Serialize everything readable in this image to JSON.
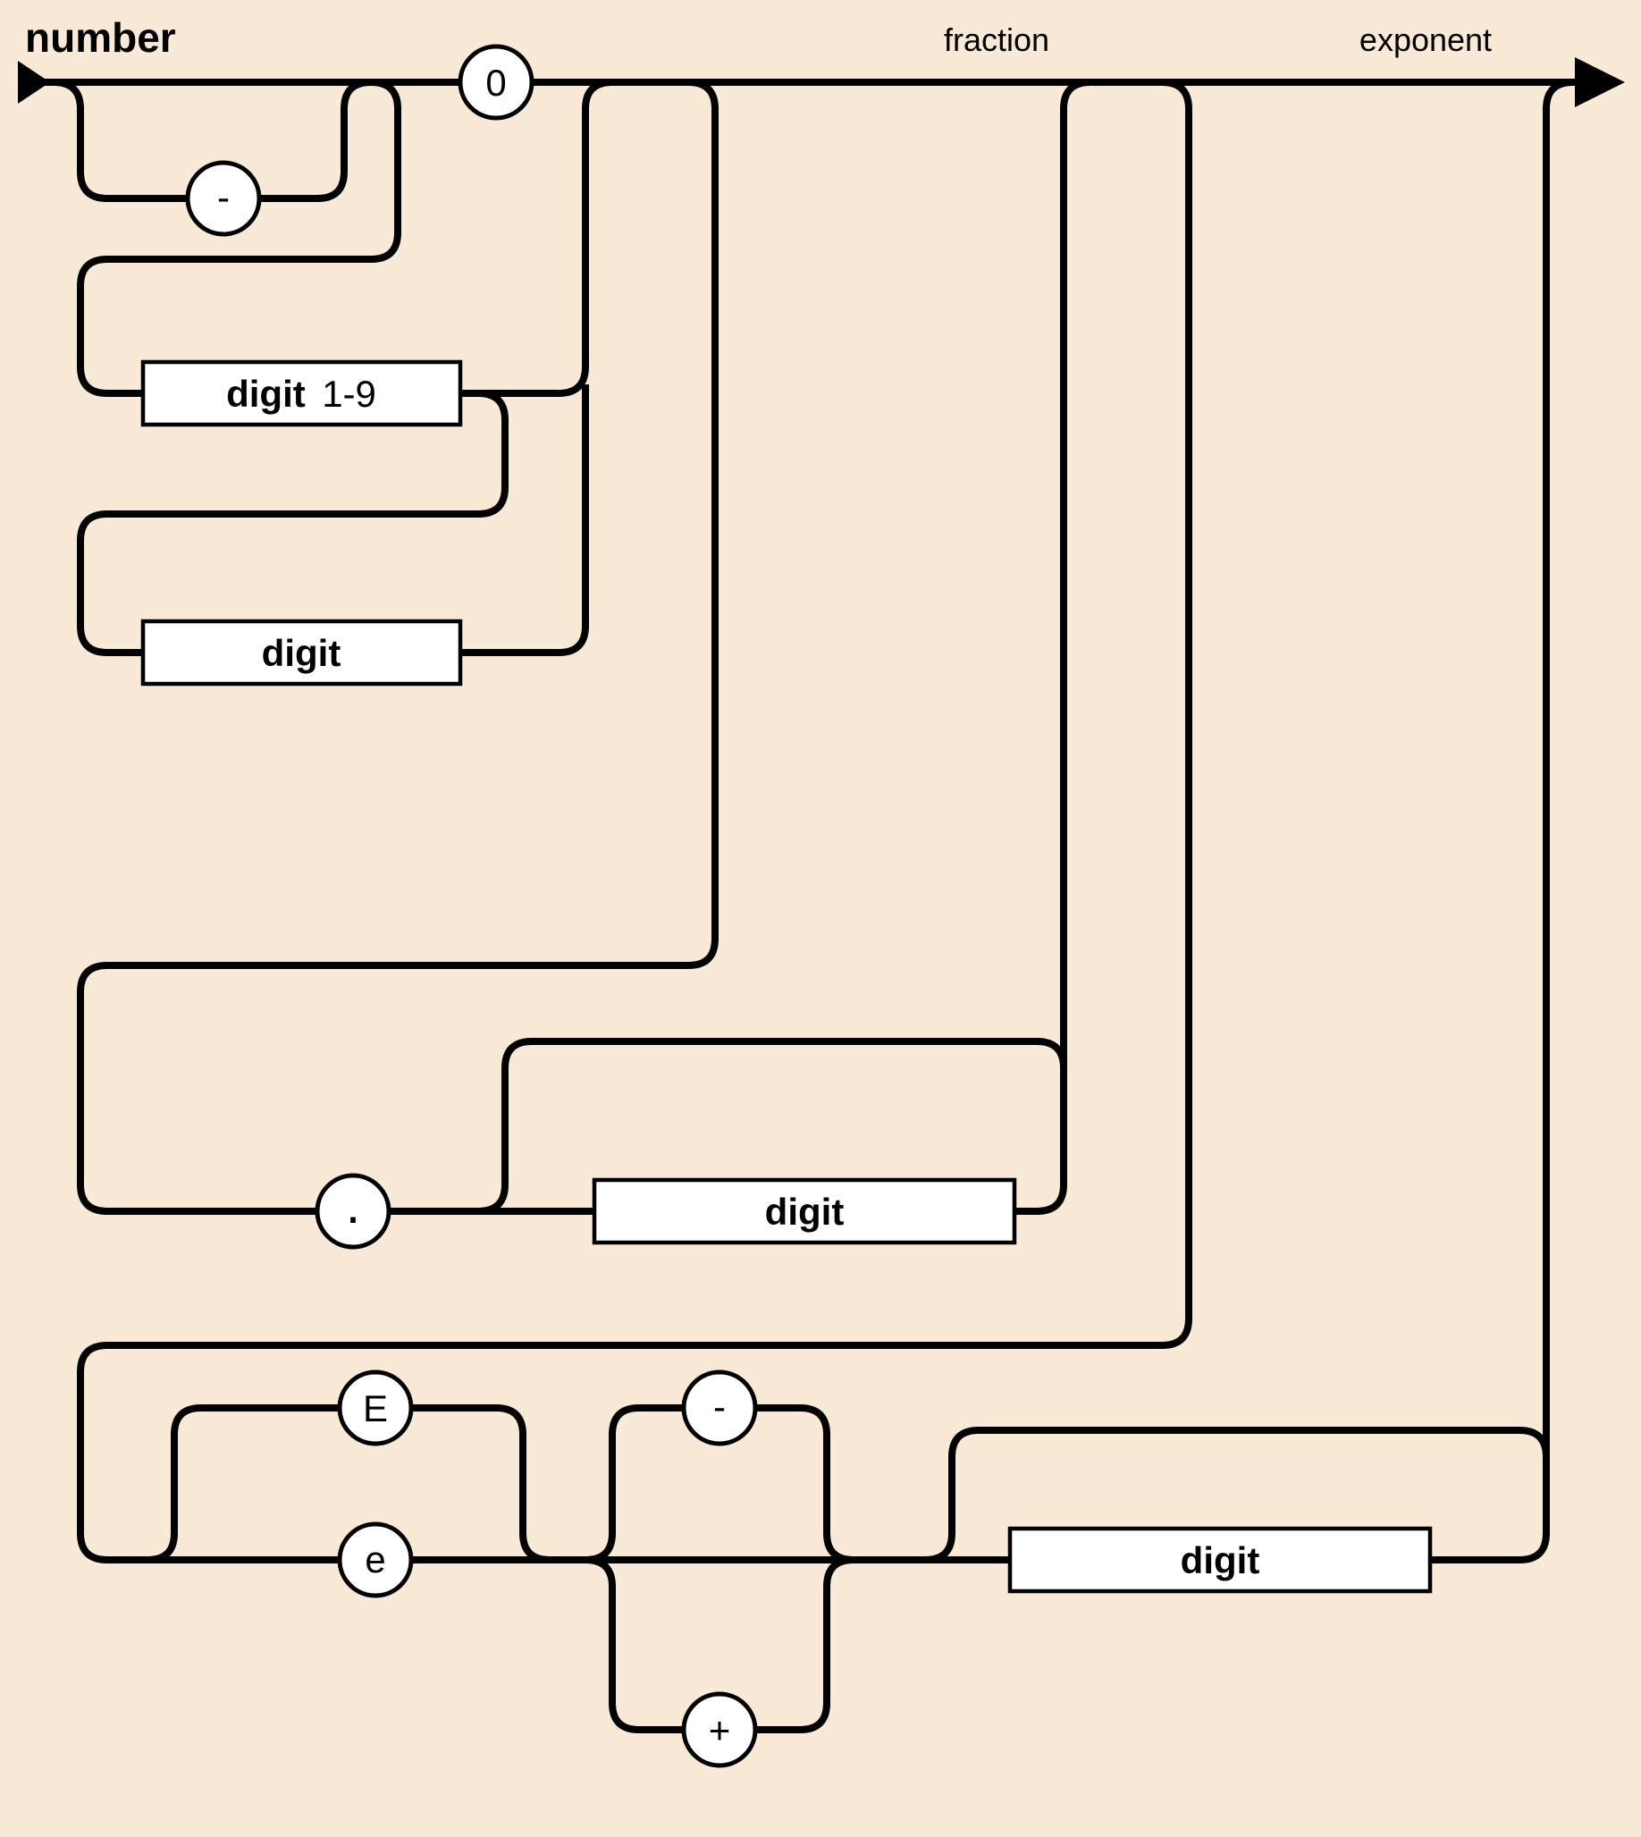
{
  "header": {
    "title": "number",
    "fraction_label": "fraction",
    "exponent_label": "exponent"
  },
  "integer": {
    "zero": "0",
    "minus": "-",
    "digit19": {
      "name": "digit",
      "range": "1-9"
    },
    "digit_loop": "digit"
  },
  "fraction": {
    "dot": ".",
    "digit": "digit"
  },
  "exponent": {
    "E": "E",
    "e": "e",
    "minus": "-",
    "plus": "+",
    "digit": "digit"
  },
  "colors": {
    "background": "#f9ead8",
    "line": "#000000",
    "node_fill": "#ffffff",
    "text": "#000000"
  }
}
